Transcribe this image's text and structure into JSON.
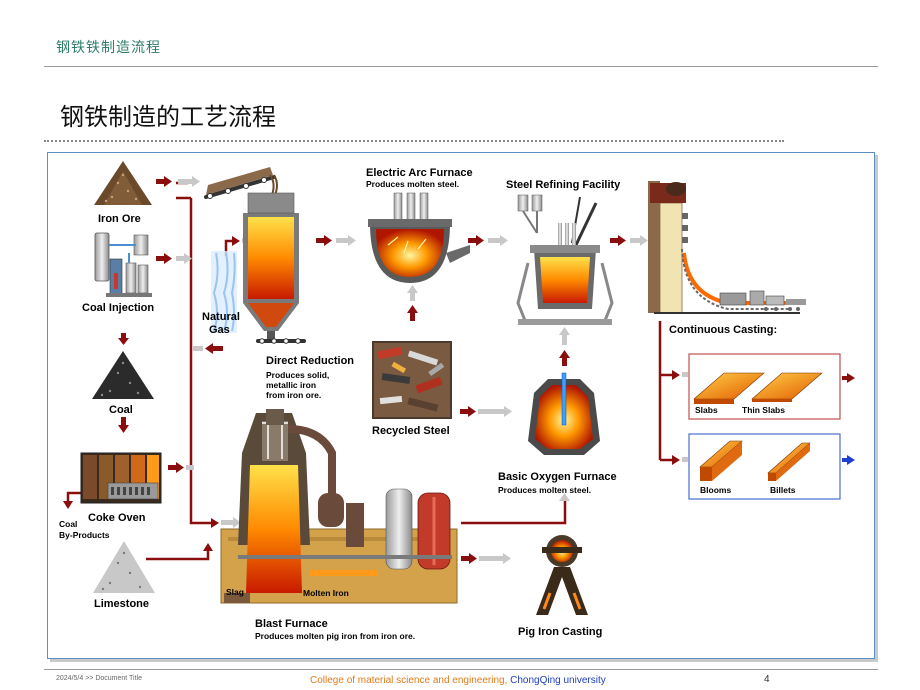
{
  "header": {
    "title": "钢铁铁制造流程"
  },
  "slide": {
    "title": "钢铁制造的工艺流程"
  },
  "diagram": {
    "labels": {
      "iron_ore": "Iron Ore",
      "coal_injection": "Coal Injection",
      "coal": "Coal",
      "coke_oven": "Coke Oven",
      "coal_byproducts_1": "Coal",
      "coal_byproducts_2": "By-Products",
      "limestone": "Limestone",
      "natural_gas_1": "Natural",
      "natural_gas_2": "Gas",
      "direct_reduction": "Direct Reduction",
      "direct_reduction_sub1": "Produces solid,",
      "direct_reduction_sub2": "metallic iron",
      "direct_reduction_sub3": "from iron ore.",
      "electric_arc_furnace": "Electric Arc Furnace",
      "electric_arc_furnace_sub": "Produces molten steel.",
      "steel_refining": "Steel Refining Facility",
      "continuous_casting": "Continuous Casting:",
      "recycled_steel": "Recycled Steel",
      "bof": "Basic Oxygen Furnace",
      "bof_sub": "Produces molten steel.",
      "slabs": "Slabs",
      "thin_slabs": "Thin Slabs",
      "blooms": "Blooms",
      "billets": "Billets",
      "slag": "Slag",
      "molten_iron": "Molten Iron",
      "blast_furnace": "Blast Furnace",
      "blast_furnace_sub": "Produces molten pig iron from iron ore.",
      "pig_iron_casting": "Pig Iron Casting"
    }
  },
  "footer": {
    "date_title": "2024/5/4  >> Document Title",
    "college": "College of material science and engineering, ",
    "university": "ChongQing university",
    "page": "4"
  },
  "colors": {
    "accent_green": "#2e7d6b",
    "flow_red": "#8b0e0e",
    "frame_blue": "#5b8fc7",
    "footer_orange": "#e07b1a"
  }
}
